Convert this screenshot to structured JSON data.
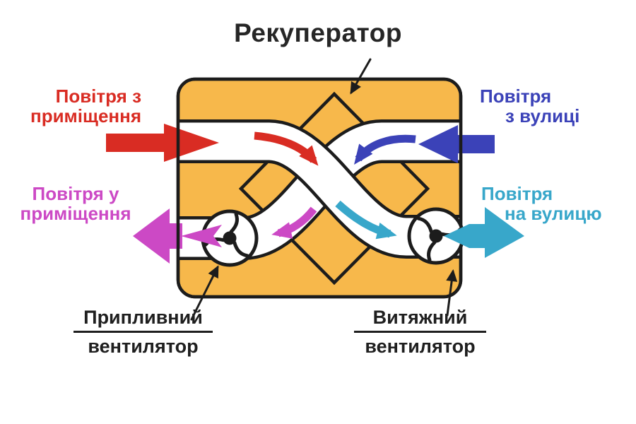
{
  "title": "Рекуператор",
  "colors": {
    "orange": "#F7B84B",
    "ink": "#1C1C1C",
    "red": "#D92C23",
    "blue": "#3B42B8",
    "magenta": "#CC49C5",
    "cyan": "#38A7CA",
    "text": "#262626",
    "bg": "#FFFFFF"
  },
  "flows": {
    "air_from_room": {
      "line1": "Повітря з",
      "line2": "приміщення",
      "color": "#D92C23",
      "direction": "into box from left"
    },
    "air_from_street": {
      "line1": "Повітря",
      "line2": "з вулиці",
      "color": "#3B42B8",
      "direction": "into box from right"
    },
    "air_to_room": {
      "line1": "Повітря у",
      "line2": "приміщення",
      "color": "#CC49C5",
      "direction": "out of box to left"
    },
    "air_to_street": {
      "line1": "Повітря",
      "line2": "на вулицю",
      "color": "#38A7CA",
      "direction": "out of box to right"
    }
  },
  "fans": {
    "supply": {
      "line1": "Припливний",
      "line2": "вентилятор"
    },
    "exhaust": {
      "line1": "Витяжний",
      "line2": "вентилятор"
    }
  },
  "icons": {
    "recuperator_box": "orange rounded rectangle",
    "heat_exchanger": "diamond-outline-icon",
    "supply_fan": "fan-icon",
    "exhaust_fan": "fan-icon"
  }
}
